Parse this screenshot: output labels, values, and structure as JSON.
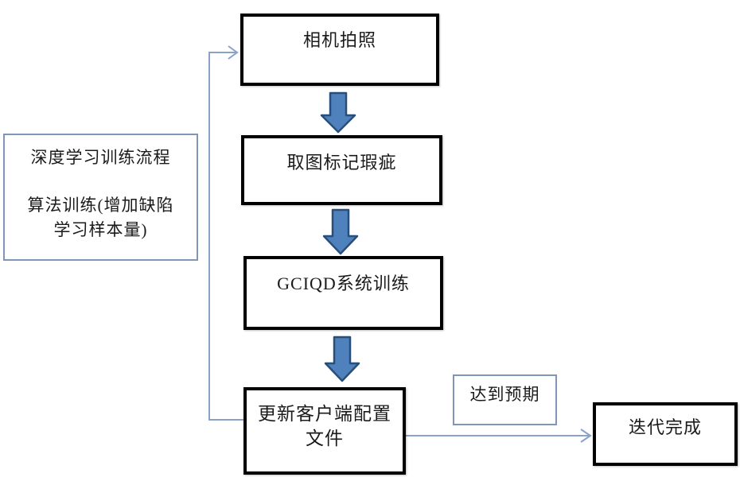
{
  "diagram": {
    "note_box": {
      "line1": "深度学习训练流程",
      "line2": "算法训练(增加缺陷",
      "line3": "学习样本量)"
    },
    "flow_nodes": {
      "camera": {
        "label": "相机拍照"
      },
      "mark_defects": {
        "label": "取图标记瑕疵"
      },
      "system_training": {
        "label": "GCIQD系统训练"
      },
      "update_config": {
        "label_line1": "更新客户端配置",
        "label_line2": "文件"
      },
      "iteration_done": {
        "label": "迭代完成"
      }
    },
    "edge_labels": {
      "meets_expectation": "达到预期"
    },
    "colors": {
      "background": "#ffffff",
      "text": "#1a1a1a",
      "box_border": "#000000",
      "note_border": "#7f96b6",
      "connector": "#8aa2c8",
      "block_arrow_fill": "#4f81bd",
      "block_arrow_stroke": "#284e79"
    }
  }
}
